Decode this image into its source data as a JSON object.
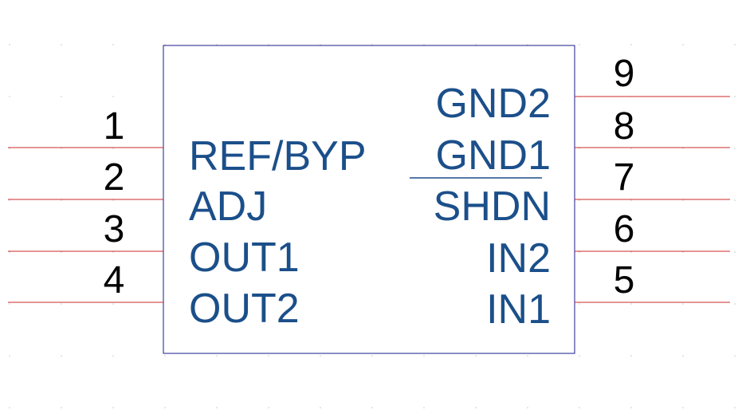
{
  "component": {
    "colors": {
      "body_outline": "#1a1a8c",
      "pin_line": "#cc2a2a",
      "pin_label": "#1b4f8a",
      "pin_number": "#000000"
    },
    "left_pins": [
      {
        "number": "1",
        "label": "REF/BYP",
        "overbar": false
      },
      {
        "number": "2",
        "label": "ADJ",
        "overbar": false
      },
      {
        "number": "3",
        "label": "OUT1",
        "overbar": false
      },
      {
        "number": "4",
        "label": "OUT2",
        "overbar": false
      }
    ],
    "right_pins": [
      {
        "number": "9",
        "label": "GND2",
        "overbar": false
      },
      {
        "number": "8",
        "label": "GND1",
        "overbar": false
      },
      {
        "number": "7",
        "label": "SHDN",
        "overbar": true
      },
      {
        "number": "6",
        "label": "IN2",
        "overbar": false
      },
      {
        "number": "5",
        "label": "IN1",
        "overbar": false
      }
    ]
  }
}
